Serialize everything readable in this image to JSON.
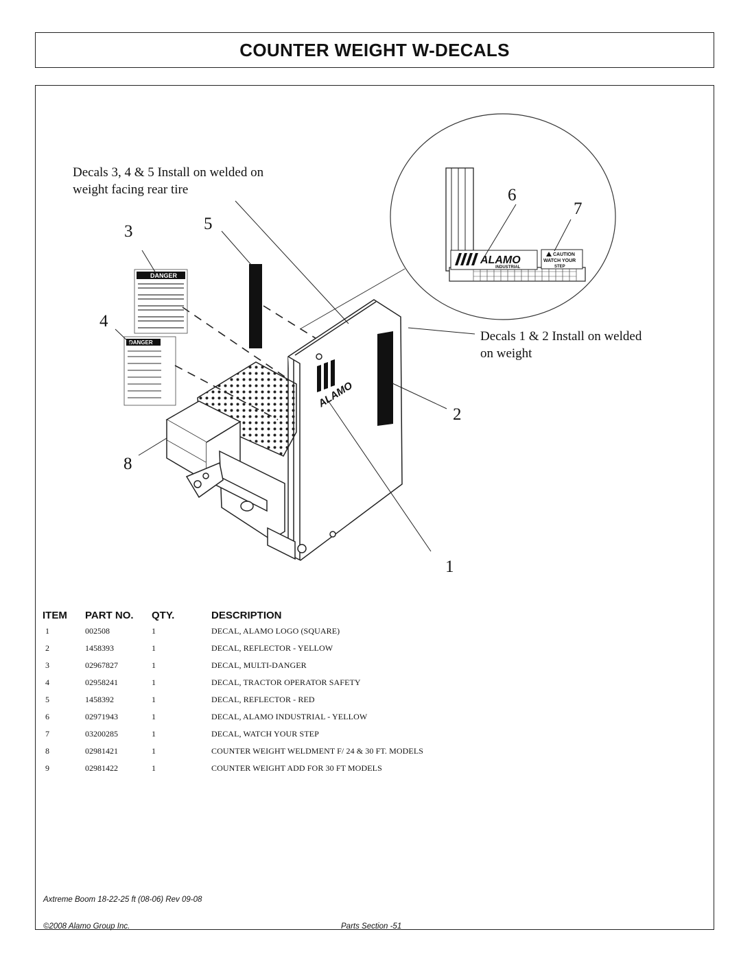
{
  "title": "COUNTER WEIGHT W-DECALS",
  "diagram": {
    "note_top_line1": "Decals 3, 4 & 5 Install on welded on",
    "note_top_line2": "weight facing rear tire",
    "note_right_line1": "Decals 1 & 2 Install on welded",
    "note_right_line2": "on weight",
    "callouts": [
      "1",
      "2",
      "3",
      "4",
      "5",
      "6",
      "7",
      "8"
    ],
    "decal_danger_label": "DANGER",
    "decal_logo_text": "ALAMO",
    "decal_logo_sub": "INDUSTRIAL",
    "decal_caution_line1": "CAUTION",
    "decal_caution_line2": "WATCH YOUR",
    "decal_caution_line3": "STEP"
  },
  "table": {
    "headers": {
      "item": "ITEM",
      "part_no": "PART NO.",
      "qty": "QTY.",
      "description": "DESCRIPTION"
    },
    "rows": [
      {
        "item": "1",
        "part_no": "002508",
        "qty": "1",
        "description": "DECAL, ALAMO LOGO (SQUARE)"
      },
      {
        "item": "2",
        "part_no": "1458393",
        "qty": "1",
        "description": "DECAL, REFLECTOR - YELLOW"
      },
      {
        "item": "3",
        "part_no": "02967827",
        "qty": "1",
        "description": "DECAL, MULTI-DANGER"
      },
      {
        "item": "4",
        "part_no": "02958241",
        "qty": "1",
        "description": "DECAL, TRACTOR OPERATOR SAFETY"
      },
      {
        "item": "5",
        "part_no": "1458392",
        "qty": "1",
        "description": "DECAL, REFLECTOR - RED"
      },
      {
        "item": "6",
        "part_no": "02971943",
        "qty": "1",
        "description": "DECAL, ALAMO INDUSTRIAL - YELLOW"
      },
      {
        "item": "7",
        "part_no": "03200285",
        "qty": "1",
        "description": "DECAL, WATCH YOUR STEP"
      },
      {
        "item": "8",
        "part_no": "02981421",
        "qty": "1",
        "description": "COUNTER WEIGHT WELDMENT F/ 24 & 30 FT. MODELS"
      },
      {
        "item": "9",
        "part_no": "02981422",
        "qty": "1",
        "description": "COUNTER WEIGHT ADD FOR 30 FT MODELS"
      }
    ]
  },
  "footer": {
    "doc": "Axtreme Boom 18-22-25 ft (08-06) Rev 09-08",
    "copyright": "©2008 Alamo Group Inc.",
    "page": "Parts Section -51"
  }
}
